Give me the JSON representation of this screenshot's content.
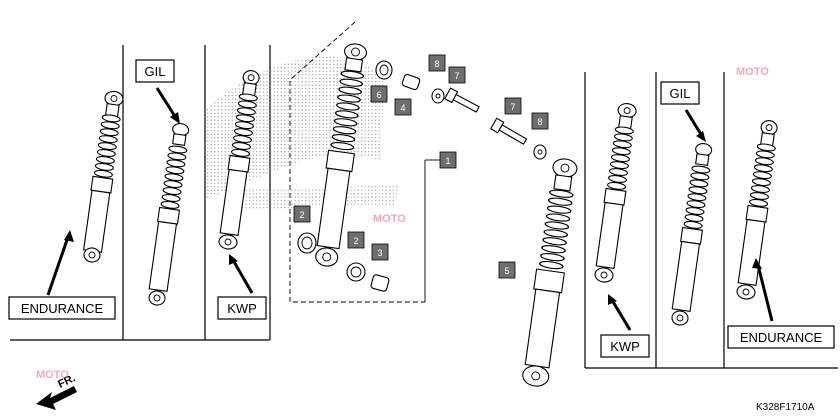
{
  "callouts": {
    "gil_left": "GIL",
    "endurance_left": "ENDURANCE",
    "kwp_left": "KWP",
    "gil_right": "GIL",
    "kwp_right": "KWP",
    "endurance_right": "ENDURANCE"
  },
  "part_numbers": {
    "p1": "1",
    "p2a": "2",
    "p2b": "2",
    "p3": "3",
    "p4": "4",
    "p5": "5",
    "p6": "6",
    "p7a": "7",
    "p7b": "7",
    "p8a": "8",
    "p8b": "8"
  },
  "direction_label": "FR.",
  "diagram_code": "K328F1710A",
  "watermark_text": "MOTO",
  "colors": {
    "ink": "#000000",
    "number_tag": "#6e6e6e",
    "logo_dots": "#9a9a9a",
    "watermark": "#e06a7a"
  },
  "icons": [
    "shock-absorber-icon",
    "bushing-icon",
    "bolt-icon",
    "washer-icon",
    "collar-icon",
    "front-direction-arrow-icon"
  ]
}
